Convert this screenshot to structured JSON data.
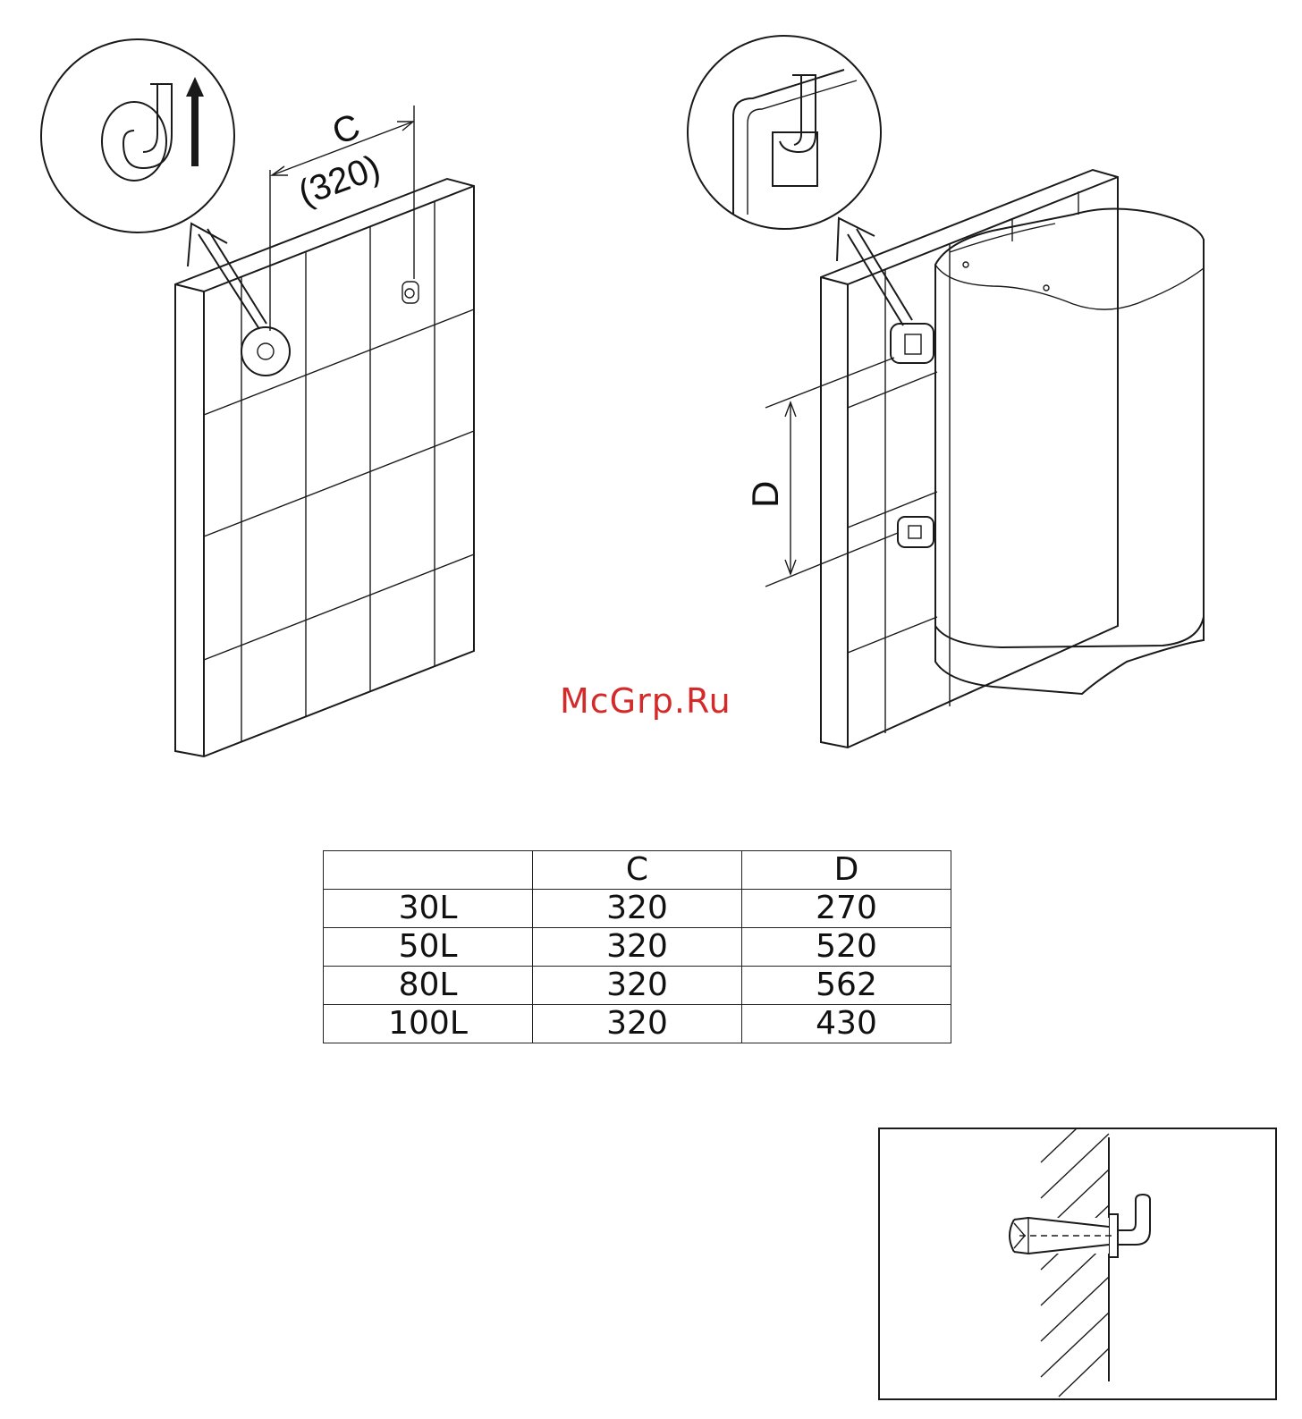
{
  "watermark": "McGrp.Ru",
  "left_figure": {
    "dimension_letter": "C",
    "dimension_value": "(320)"
  },
  "right_figure": {
    "dimension_letter": "D"
  },
  "table": {
    "headers": [
      "",
      "C",
      "D"
    ],
    "rows": [
      [
        "30L",
        "320",
        "270"
      ],
      [
        "50L",
        "320",
        "520"
      ],
      [
        "80L",
        "320",
        "562"
      ],
      [
        "100L",
        "320",
        "430"
      ]
    ]
  }
}
